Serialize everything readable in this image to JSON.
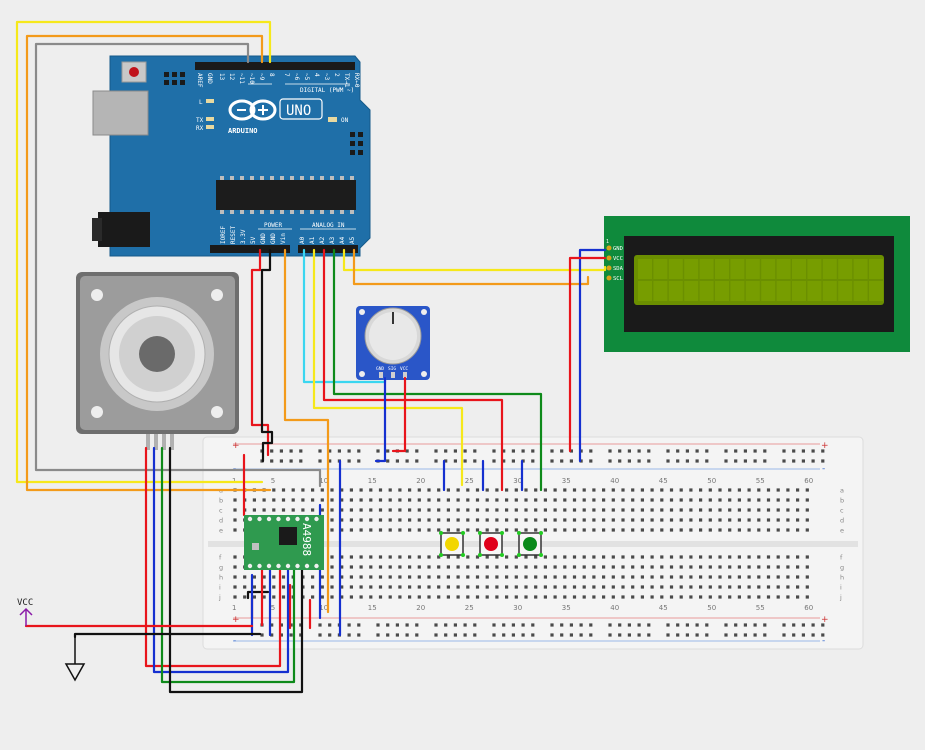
{
  "arduino": {
    "brand": "ARDUINO",
    "model": "UNO",
    "digital_header": "DIGITAL (PWM ~)",
    "on_label": "ON",
    "power_header": "POWER",
    "analog_header": "ANALOG IN",
    "led_l": "L",
    "led_tx": "TX",
    "led_rx": "RX",
    "top_pins": [
      "AREF",
      "GND",
      "13",
      "12",
      "~11",
      "~10",
      "~9",
      "8",
      "7",
      "~6",
      "~5",
      "4",
      "~3",
      "2",
      "TX→1",
      "RX←0"
    ],
    "power_pins": [
      "IOREF",
      "RESET",
      "3.3V",
      "5V",
      "GND",
      "GND",
      "Vin"
    ],
    "analog_pins": [
      "A0",
      "A1",
      "A2",
      "A3",
      "A4",
      "A5"
    ],
    "body_color": "#1f6fa8"
  },
  "lcd": {
    "pin_number": "1",
    "pins": [
      "GND",
      "VCC",
      "SDA",
      "SCL"
    ],
    "board_color": "#0f8a3c",
    "screen_color": "#6b8f00"
  },
  "potentiometer": {
    "pins": [
      "GND",
      "SIG",
      "VCC"
    ]
  },
  "driver": {
    "label": "A4988",
    "board_color": "#2f9a4f"
  },
  "breadboard": {
    "column_labels": [
      "1",
      "5",
      "10",
      "15",
      "20",
      "25",
      "30",
      "35",
      "40",
      "45",
      "50",
      "55",
      "60"
    ],
    "rows_top": [
      "a",
      "b",
      "c",
      "d",
      "e"
    ],
    "rows_bottom": [
      "f",
      "g",
      "h",
      "i",
      "j"
    ],
    "rail_plus": "+",
    "rail_minus": "-"
  },
  "buttons": [
    {
      "name": "yellow",
      "color": "#f2d600"
    },
    {
      "name": "red",
      "color": "#e0001b"
    },
    {
      "name": "green",
      "color": "#0a8a1a"
    }
  ],
  "power": {
    "vcc_label": "VCC"
  },
  "wire_colors": {
    "red": "#e8141b",
    "black": "#111111",
    "blue": "#1530d0",
    "green": "#0e8a1a",
    "yellow": "#f6e81a",
    "orange": "#f39a1a",
    "gray": "#8a8a8a",
    "cyan": "#3ad6f0",
    "purple": "#8a1aa8"
  }
}
